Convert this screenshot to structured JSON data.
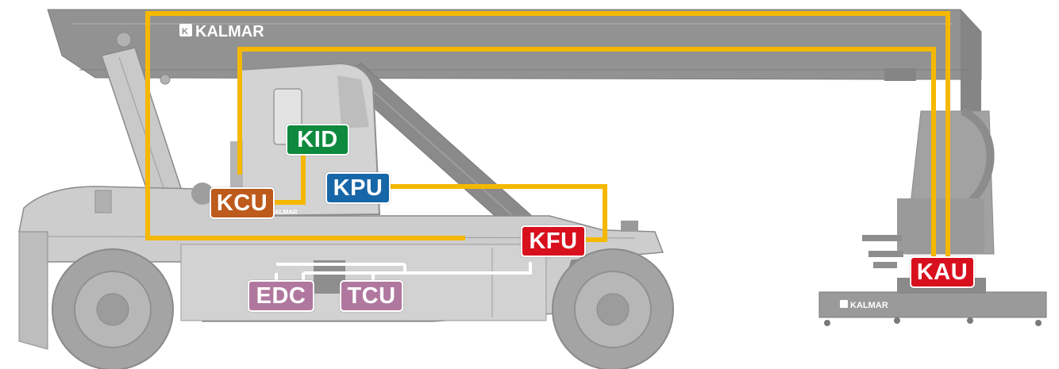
{
  "colors": {
    "machine_fill": "#c8c8c8",
    "machine_dark": "#8e8e8e",
    "machine_stroke": "#9a9a9a",
    "bus_yellow": "#f5b800",
    "bus_white": "#ffffff"
  },
  "brand": {
    "boom_logo": "KALMAR",
    "cab_logo": "KALMAR",
    "spreader_logo": "KALMAR"
  },
  "units": [
    {
      "id": "KID",
      "label": "KID",
      "color": "#0e8a3e"
    },
    {
      "id": "KPU",
      "label": "KPU",
      "color": "#1766a8"
    },
    {
      "id": "KCU",
      "label": "KCU",
      "color": "#bd5a1c"
    },
    {
      "id": "KFU",
      "label": "KFU",
      "color": "#d8101e"
    },
    {
      "id": "KAU",
      "label": "KAU",
      "color": "#d8101e"
    },
    {
      "id": "EDC",
      "label": "EDC",
      "color": "#b0789e"
    },
    {
      "id": "TCU",
      "label": "TCU",
      "color": "#b0789e"
    }
  ]
}
